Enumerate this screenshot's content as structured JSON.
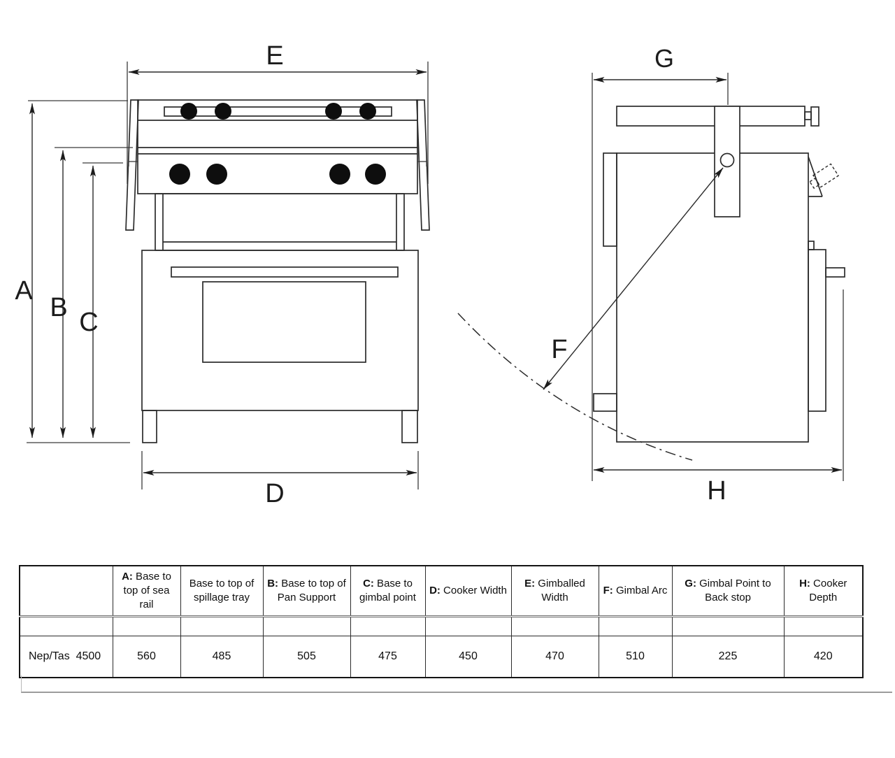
{
  "diagram": {
    "labels": {
      "A": "A",
      "B": "B",
      "C": "C",
      "D": "D",
      "E": "E",
      "F": "F",
      "G": "G",
      "H": "H"
    }
  },
  "table": {
    "headers": [
      {
        "prefix": "",
        "text": ""
      },
      {
        "prefix": "A:",
        "text": " Base to top of sea rail"
      },
      {
        "prefix": "",
        "text": "Base to top of spillage tray"
      },
      {
        "prefix": "B:",
        "text": " Base to top of Pan Support"
      },
      {
        "prefix": "C:",
        "text": " Base to gimbal point"
      },
      {
        "prefix": "D:",
        "text": " Cooker Width"
      },
      {
        "prefix": "E:",
        "text": " Gimballed Width"
      },
      {
        "prefix": "F:",
        "text": " Gimbal Arc"
      },
      {
        "prefix": "G:",
        "text": " Gimbal Point to Back stop"
      },
      {
        "prefix": "H:",
        "text": " Cooker Depth"
      }
    ],
    "row": {
      "model": "Nep/Tas  4500",
      "values": [
        "560",
        "485",
        "505",
        "475",
        "450",
        "470",
        "510",
        "225",
        "420"
      ]
    }
  }
}
